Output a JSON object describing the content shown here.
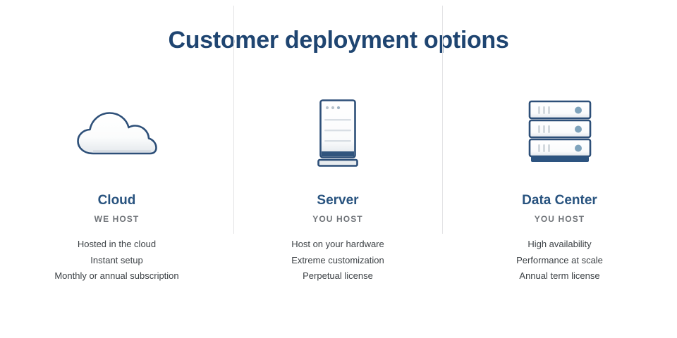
{
  "page": {
    "title": "Customer deployment options",
    "background_color": "#ffffff",
    "title_color": "#1f4571",
    "divider_color": "#e3e3e5"
  },
  "columns": [
    {
      "id": "cloud",
      "icon": "cloud-icon",
      "title": "Cloud",
      "subtitle": "WE HOST",
      "features": [
        "Hosted in the cloud",
        "Instant setup",
        "Monthly or annual subscription"
      ]
    },
    {
      "id": "server",
      "icon": "server-tower-icon",
      "title": "Server",
      "subtitle": "YOU HOST",
      "features": [
        "Host on your hardware",
        "Extreme customization",
        "Perpetual license"
      ]
    },
    {
      "id": "datacenter",
      "icon": "server-rack-icon",
      "title": "Data Center",
      "subtitle": "YOU HOST",
      "features": [
        "High availability",
        "Performance at scale",
        "Annual term license"
      ]
    }
  ],
  "colors": {
    "navy_stroke": "#2d4f78",
    "navy_dark": "#23456e",
    "icon_fill_light": "#ffffff",
    "icon_fill_shade": "#e6eaee",
    "accent_dot": "#7fa3bc",
    "bar_gray": "#d9dde1",
    "title_color": "#28537f",
    "subtitle_color": "#6f7378",
    "feature_color": "#3d4246"
  }
}
